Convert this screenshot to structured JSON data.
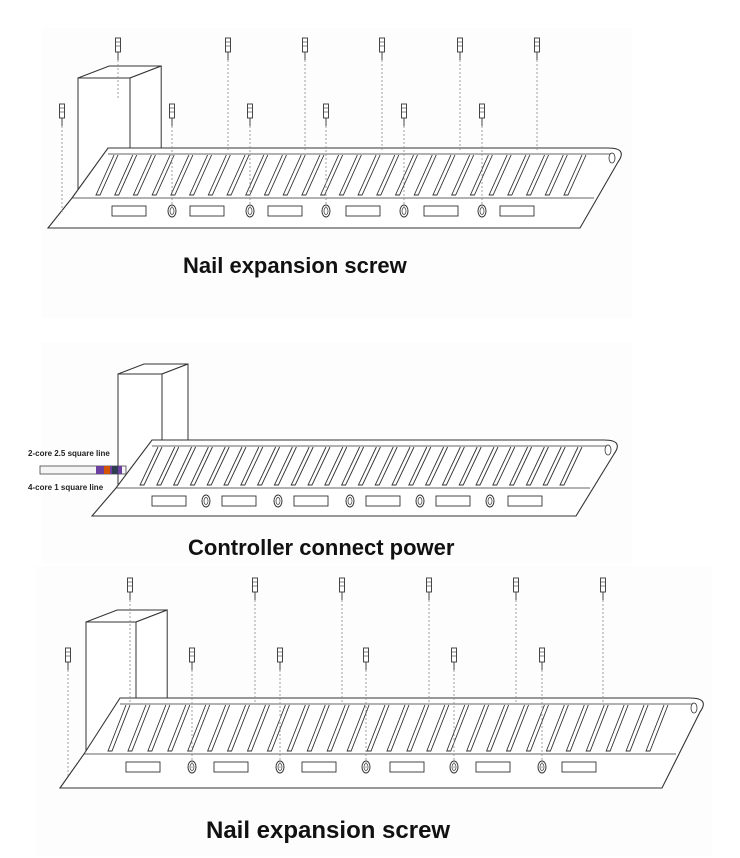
{
  "panels": [
    {
      "caption": "Nail expansion screw"
    },
    {
      "caption": "Controller connect power",
      "wire_labels": {
        "top": "2-core 2.5 square line",
        "bottom": "4-core 1 square line"
      }
    },
    {
      "caption": "Nail expansion screw"
    }
  ],
  "colors": {
    "line": "#333333",
    "dashed": "#888888",
    "wire_core": "#c0392b"
  }
}
